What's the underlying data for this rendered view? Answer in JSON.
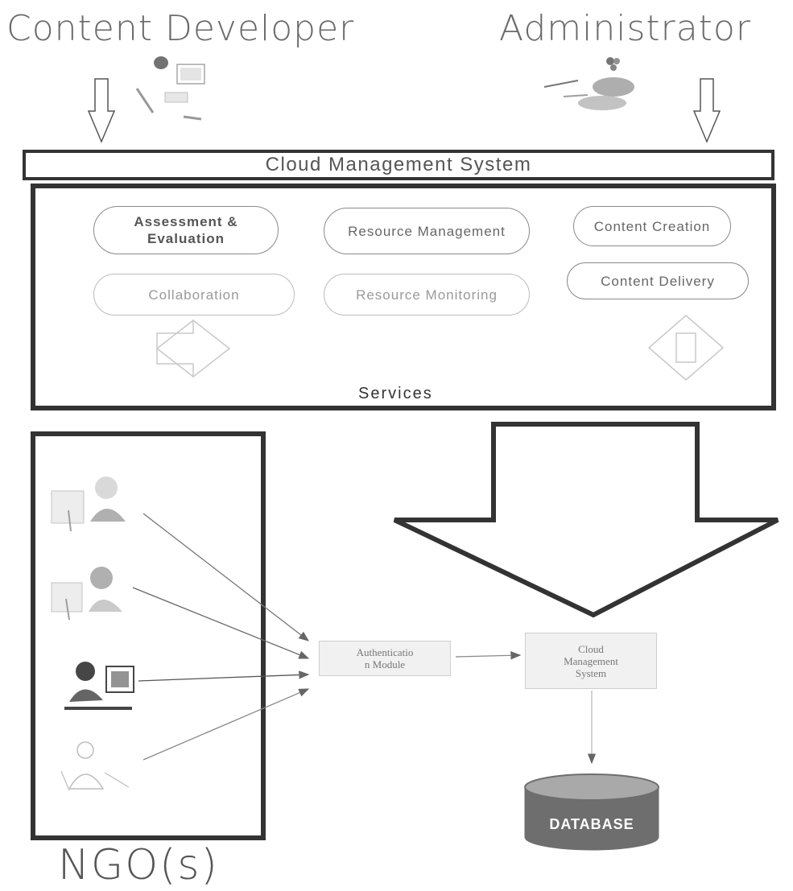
{
  "actors": {
    "content_developer": "Content Developer",
    "administrator": "Administrator"
  },
  "cms_bar": {
    "title": "Cloud Management System"
  },
  "services": {
    "label": "Services",
    "modules": [
      "Assessment & Evaluation",
      "Resource Management",
      "Content Creation",
      "Collaboration",
      "Resource Monitoring",
      "Content Delivery"
    ]
  },
  "ngo": {
    "label": "NGO(s)"
  },
  "flow": {
    "auth_module_line1": "Authenticatio",
    "auth_module_line2": "n Module",
    "cms_line1": "Cloud",
    "cms_line2": "Management",
    "cms_line3": "System",
    "database": "DATABASE"
  },
  "icons": [
    "computer-user-icon",
    "network-admin-icon",
    "ngo-user-icon",
    "database-icon"
  ],
  "colors": {
    "frame": "#333333",
    "database_fill": "#6e6e6e",
    "box_fill": "#f1f1f1"
  }
}
